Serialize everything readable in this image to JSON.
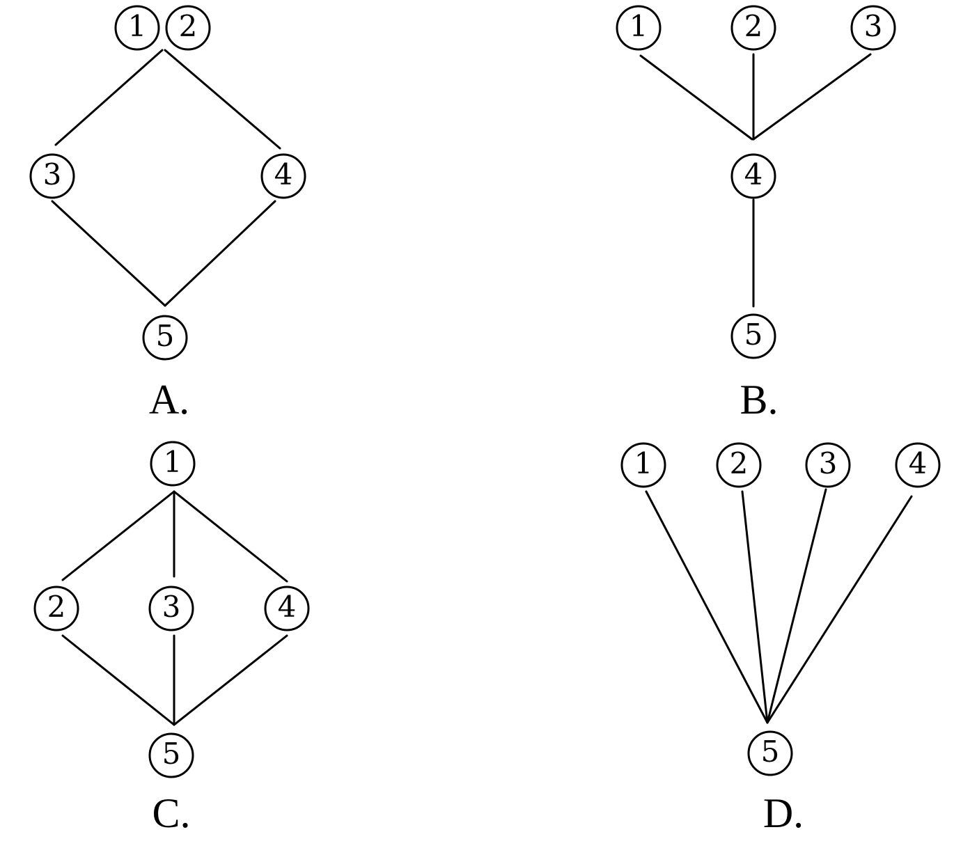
{
  "panels": [
    {
      "id": "A",
      "caption": "A.",
      "nodes": [
        {
          "id": "1",
          "label": "1"
        },
        {
          "id": "2",
          "label": "2"
        },
        {
          "id": "3",
          "label": "3"
        },
        {
          "id": "4",
          "label": "4"
        },
        {
          "id": "5",
          "label": "5"
        }
      ],
      "edges": [
        {
          "from": "12",
          "to": "3"
        },
        {
          "from": "12",
          "to": "4"
        },
        {
          "from": "3",
          "to": "5"
        },
        {
          "from": "4",
          "to": "5"
        }
      ]
    },
    {
      "id": "B",
      "caption": "B.",
      "nodes": [
        {
          "id": "1",
          "label": "1"
        },
        {
          "id": "2",
          "label": "2"
        },
        {
          "id": "3",
          "label": "3"
        },
        {
          "id": "4",
          "label": "4"
        },
        {
          "id": "5",
          "label": "5"
        }
      ],
      "edges": [
        {
          "from": "1",
          "to": "4"
        },
        {
          "from": "2",
          "to": "4"
        },
        {
          "from": "3",
          "to": "4"
        },
        {
          "from": "4",
          "to": "5"
        }
      ]
    },
    {
      "id": "C",
      "caption": "C.",
      "nodes": [
        {
          "id": "1",
          "label": "1"
        },
        {
          "id": "2",
          "label": "2"
        },
        {
          "id": "3",
          "label": "3"
        },
        {
          "id": "4",
          "label": "4"
        },
        {
          "id": "5",
          "label": "5"
        }
      ],
      "edges": [
        {
          "from": "1",
          "to": "2"
        },
        {
          "from": "1",
          "to": "3"
        },
        {
          "from": "1",
          "to": "4"
        },
        {
          "from": "2",
          "to": "5"
        },
        {
          "from": "3",
          "to": "5"
        },
        {
          "from": "4",
          "to": "5"
        }
      ]
    },
    {
      "id": "D",
      "caption": "D.",
      "nodes": [
        {
          "id": "1",
          "label": "1"
        },
        {
          "id": "2",
          "label": "2"
        },
        {
          "id": "3",
          "label": "3"
        },
        {
          "id": "4",
          "label": "4"
        },
        {
          "id": "5",
          "label": "5"
        }
      ],
      "edges": [
        {
          "from": "1",
          "to": "5"
        },
        {
          "from": "2",
          "to": "5"
        },
        {
          "from": "3",
          "to": "5"
        },
        {
          "from": "4",
          "to": "5"
        }
      ]
    }
  ],
  "colors": {
    "ink": "#000000",
    "background": "#ffffff"
  }
}
